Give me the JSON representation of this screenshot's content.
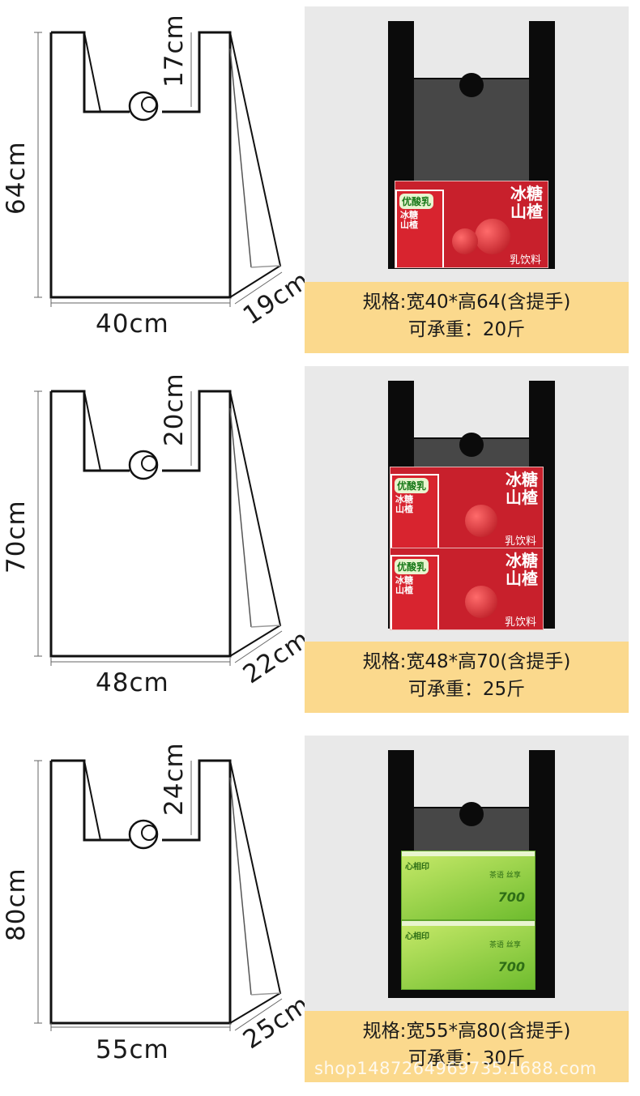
{
  "sections": [
    {
      "height_label": "64cm",
      "handle_label": "17cm",
      "width_label": "40cm",
      "gusset_label": "19cm",
      "spec_line": "规格:宽40*高64(含提手)",
      "load_line": "可承重：20斤",
      "products": "yogurt-box-single"
    },
    {
      "height_label": "70cm",
      "handle_label": "20cm",
      "width_label": "48cm",
      "gusset_label": "22cm",
      "spec_line": "规格:宽48*高70(含提手)",
      "load_line": "可承重：25斤",
      "products": "yogurt-box-double"
    },
    {
      "height_label": "80cm",
      "handle_label": "24cm",
      "width_label": "55cm",
      "gusset_label": "25cm",
      "spec_line": "规格:宽55*高80(含提手)",
      "load_line": "可承重：30斤",
      "products": "tissue-box-double"
    }
  ],
  "yogurt": {
    "title_line1": "冰糖",
    "title_line2": "山楂",
    "sub": "乳饮料",
    "mini_label": "优酸乳",
    "mini_sub1": "冰糖",
    "mini_sub2": "山楂"
  },
  "tissue": {
    "count": "700",
    "brand": "心相印",
    "slogan": "茶语 丝享"
  },
  "watermark": "shop1487264969735.1688.com",
  "colors": {
    "caption_bg": "#fbd98d",
    "panel_bg": "#e9e9e9",
    "bag": "#0b0b0b",
    "bag_inner": "#474747"
  }
}
